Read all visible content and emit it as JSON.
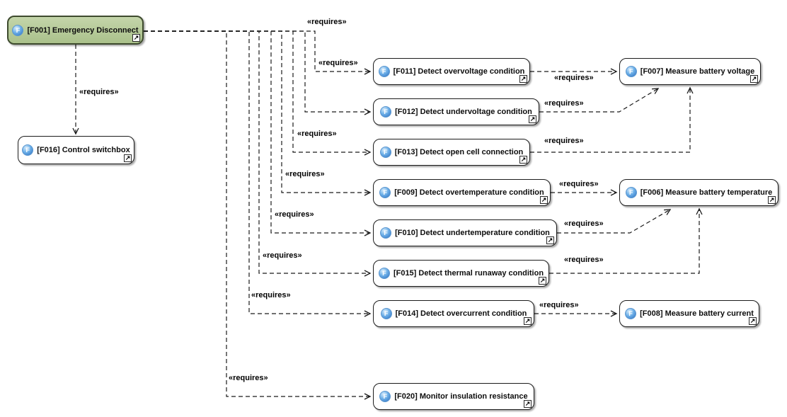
{
  "diagram": {
    "icons": {
      "function_icon_glyph": "F",
      "open_in_new_glyph": "↗"
    },
    "nodes": [
      {
        "id": "F001",
        "label": "[F001] Emergency Disconnect",
        "highlight": true
      },
      {
        "id": "F016",
        "label": "[F016] Control switchbox",
        "highlight": false
      },
      {
        "id": "F011",
        "label": "[F011] Detect overvoltage condition",
        "highlight": false
      },
      {
        "id": "F012",
        "label": "[F012] Detect undervoltage condition",
        "highlight": false
      },
      {
        "id": "F013",
        "label": "[F013] Detect open cell connection",
        "highlight": false
      },
      {
        "id": "F009",
        "label": "[F009] Detect overtemperature condition",
        "highlight": false
      },
      {
        "id": "F010",
        "label": "[F010] Detect undertemperature condition",
        "highlight": false
      },
      {
        "id": "F015",
        "label": "[F015] Detect thermal runaway condition",
        "highlight": false
      },
      {
        "id": "F014",
        "label": "[F014] Detect overcurrent condition",
        "highlight": false
      },
      {
        "id": "F020",
        "label": "[F020] Monitor insulation resistance",
        "highlight": false
      },
      {
        "id": "F007",
        "label": "[F007] Measure battery voltage",
        "highlight": false
      },
      {
        "id": "F006",
        "label": "[F006] Measure battery temperature",
        "highlight": false
      },
      {
        "id": "F008",
        "label": "[F008] Measure battery current",
        "highlight": false
      }
    ],
    "edges": [
      {
        "from": "F001",
        "to": "F016",
        "label": "«requires»"
      },
      {
        "from": "F001",
        "to": "F012",
        "label": "«requires»"
      },
      {
        "from": "F001",
        "to": "F011",
        "label": "«requires»"
      },
      {
        "from": "F001",
        "to": "F013",
        "label": "«requires»"
      },
      {
        "from": "F001",
        "to": "F009",
        "label": "«requires»"
      },
      {
        "from": "F001",
        "to": "F010",
        "label": "«requires»"
      },
      {
        "from": "F001",
        "to": "F015",
        "label": "«requires»"
      },
      {
        "from": "F001",
        "to": "F014",
        "label": "«requires»"
      },
      {
        "from": "F001",
        "to": "F020",
        "label": "«requires»"
      },
      {
        "from": "F011",
        "to": "F007",
        "label": "«requires»"
      },
      {
        "from": "F012",
        "to": "F007",
        "label": "«requires»"
      },
      {
        "from": "F013",
        "to": "F007",
        "label": "«requires»"
      },
      {
        "from": "F009",
        "to": "F006",
        "label": "«requires»"
      },
      {
        "from": "F010",
        "to": "F006",
        "label": "«requires»"
      },
      {
        "from": "F015",
        "to": "F006",
        "label": "«requires»"
      },
      {
        "from": "F014",
        "to": "F008",
        "label": "«requires»"
      }
    ]
  }
}
